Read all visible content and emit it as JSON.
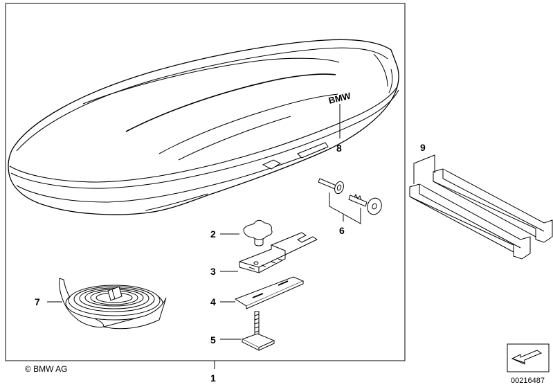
{
  "diagram": {
    "callouts": {
      "part_1": "1",
      "part_2": "2",
      "part_3": "3",
      "part_4": "4",
      "part_5": "5",
      "part_6": "6",
      "part_7": "7",
      "part_8": "8",
      "part_9": "9"
    },
    "brand_label": "BMW",
    "copyright": "© BMW AG",
    "diagram_number": "00216487"
  }
}
